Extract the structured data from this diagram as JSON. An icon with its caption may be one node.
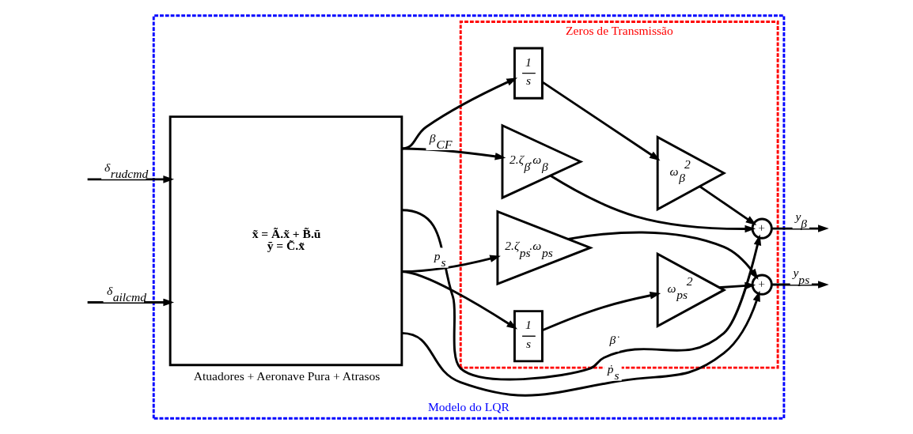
{
  "diagram": {
    "nodes": [
      {
        "text": [
          "Modelo do LQR"
        ]
      },
      {
        "text": [
          "x̃ = Ã.x̃ + B̃.ũ",
          "ỹ = C̃.x̃",
          "Atuadores + Aeronave Pura + Atrasos"
        ],
        "in": 0
      },
      {
        "text": [
          "Zeros de Transmissão"
        ],
        "in": 0
      },
      {
        "text": [
          "2.ζ$_{β}$.ω$_{β}$"
        ],
        "in": 2
      },
      {
        "text": [
          "1",
          "s"
        ],
        "in": 2
      },
      {
        "text": [
          "ω$_{β}$$^{2}$"
        ],
        "in": 2
      },
      {
        "text": [
          "+"
        ],
        "in": 2
      },
      {
        "text": [
          "2.ζ$_{ps}$.ω$_{ps}$"
        ],
        "in": 2
      },
      {
        "text": [
          "1",
          "s"
        ],
        "in": 2
      },
      {
        "text": [
          "ω$_{ps}$$^{2}$"
        ],
        "in": 2
      },
      {
        "text": [
          "+"
        ],
        "in": 2
      }
    ],
    "edges": [
      {
        "from": null,
        "to": 1,
        "arrow": "to",
        "label": "δ$_{rudcmd}$"
      },
      {
        "from": null,
        "to": 1,
        "arrow": "to",
        "label": "δ$_{ailcmd}$"
      },
      {
        "from": 1,
        "to": 3,
        "arrow": "to",
        "label": "β$_{CF}$"
      },
      {
        "from": 1,
        "to": 4,
        "arrow": "to"
      },
      {
        "from": 4,
        "to": 5,
        "arrow": "to"
      },
      {
        "from": 3,
        "to": 6,
        "arrow": "to"
      },
      {
        "from": 5,
        "to": 6,
        "arrow": "to"
      },
      {
        "from": 1,
        "to": 6,
        "arrow": "to",
        "label": "β̇"
      },
      {
        "from": 6,
        "to": null,
        "arrow": "to",
        "label": "y$_{β}$"
      },
      {
        "from": 1,
        "to": 7,
        "arrow": "to",
        "label": "p$_{s}$"
      },
      {
        "from": 1,
        "to": 8,
        "arrow": "to"
      },
      {
        "from": 8,
        "to": 9,
        "arrow": "to"
      },
      {
        "from": 7,
        "to": 10,
        "arrow": "to"
      },
      {
        "from": 9,
        "to": 10,
        "arrow": "to"
      },
      {
        "from": 1,
        "to": 10,
        "arrow": "to",
        "label": "ṗ$_{s}$"
      },
      {
        "from": 10,
        "to": null,
        "arrow": "to",
        "label": "y$_{ps}$"
      }
    ]
  }
}
